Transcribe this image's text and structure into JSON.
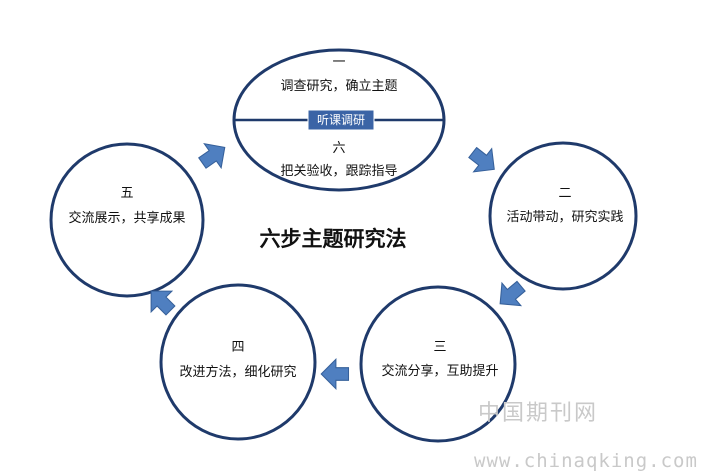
{
  "diagram": {
    "title": "六步主题研究法",
    "colors": {
      "stroke": "#1f3a6b",
      "arrow": "#4f7fc0",
      "arrow_edge": "#36609a",
      "tag_bg": "#3b64a6"
    },
    "top": {
      "num": "一",
      "text": "调查研究，确立主题",
      "tag": "听课调研",
      "num2": "六",
      "text2": "把关验收，跟踪指导"
    },
    "right": {
      "num": "二",
      "text": "活动带动，研究实践"
    },
    "bottom_right": {
      "num": "三",
      "text": "交流分享，互助提升"
    },
    "bottom_left": {
      "num": "四",
      "text": "改进方法，细化研究"
    },
    "left": {
      "num": "五",
      "text": "交流展示，共享成果"
    }
  },
  "watermark": {
    "cn": "中国期刊网",
    "url": "www.chinaqking.com"
  }
}
